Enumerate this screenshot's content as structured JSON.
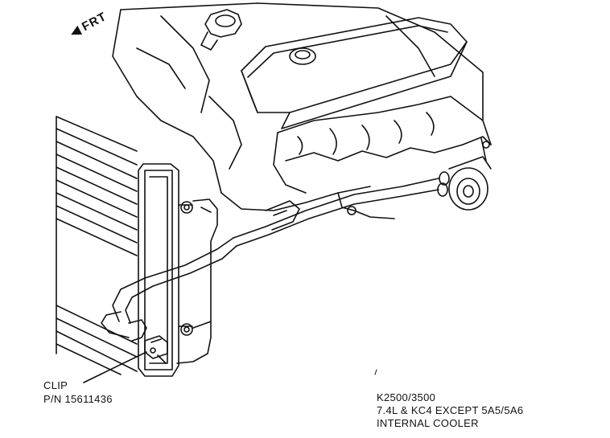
{
  "direction_label": "FRT",
  "direction_icon": "arrow-left-icon",
  "clip_label": {
    "name": "CLIP",
    "part_number": "P/N 15611436"
  },
  "caption": {
    "line1": "K2500/3500",
    "line2": "7.4L & KC4 EXCEPT 5A5/5A6",
    "line3": "INTERNAL COOLER"
  },
  "colors": {
    "line": "#111111",
    "background": "#ffffff"
  }
}
